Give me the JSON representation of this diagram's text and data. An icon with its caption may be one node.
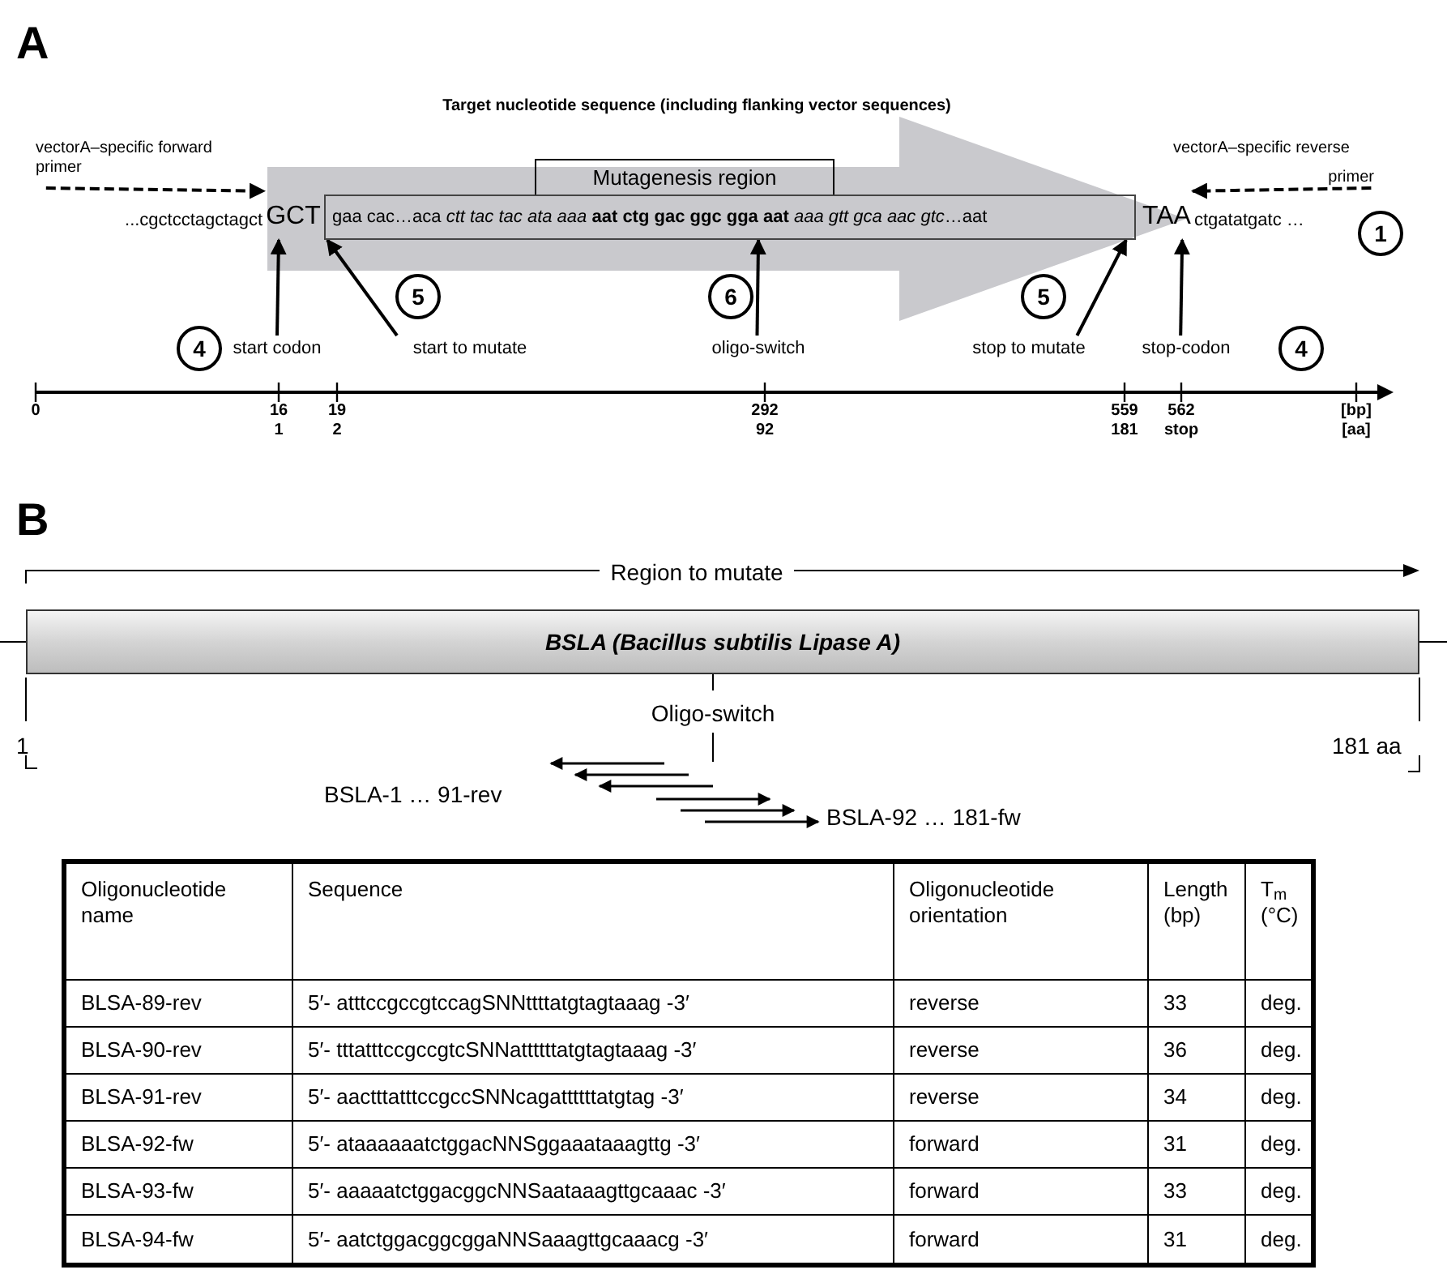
{
  "diagram": {
    "title": "Target nucleotide sequence (including flanking vector sequences)",
    "nodes": [
      {
        "text": [
          "Mutagenesis region"
        ]
      },
      {
        "text": [
          "gaa cac…aca *ctt tac tac ata aaa* **aat ctg gac ggc gga aat** *aaa gtt gca aac gtc*…aat"
        ]
      },
      {
        "text": [
          "GCT"
        ]
      },
      {
        "text": [
          "TAA"
        ]
      },
      {
        "text": [
          "start codon"
        ]
      },
      {
        "text": [
          "start to mutate"
        ]
      },
      {
        "text": [
          "oligo-switch"
        ]
      },
      {
        "text": [
          "stop to mutate"
        ]
      },
      {
        "text": [
          "stop-codon"
        ]
      },
      {
        "text": [
          "1"
        ]
      },
      {
        "text": [
          "4"
        ]
      },
      {
        "text": [
          "5"
        ]
      },
      {
        "text": [
          "6"
        ]
      },
      {
        "text": [
          "5"
        ]
      },
      {
        "text": [
          "4"
        ]
      },
      {
        "text": [
          "BSLA (Bacillus subtilis Lipase A)"
        ]
      },
      {
        "text": [
          "vectorA–specific forward primer"
        ]
      },
      {
        "text": [
          "vectorA–specific reverse",
          "primer"
        ]
      }
    ],
    "edges": [
      {
        "from": 4,
        "to": 2,
        "arrow": "to"
      },
      {
        "from": 5,
        "to": 1,
        "arrow": "to"
      },
      {
        "from": 6,
        "to": 1,
        "arrow": "to"
      },
      {
        "from": 7,
        "to": 1,
        "arrow": "to"
      },
      {
        "from": 8,
        "to": 3,
        "arrow": "to"
      },
      {
        "from": 16,
        "to": 2,
        "arrow": "to",
        "style": "dashed"
      },
      {
        "from": 17,
        "to": 3,
        "arrow": "to",
        "style": "dashed"
      },
      {
        "from": 2,
        "to": 3,
        "arrow": "to",
        "style": "thick",
        "color": "#c9c9cd"
      }
    ],
    "labels": [
      "A",
      "...cgctcctagctagct",
      "ctgatatgatc …",
      "0",
      "16",
      "1",
      "19",
      "2",
      "292",
      "92",
      "559",
      "181",
      "562",
      "stop",
      "[bp]",
      "[aa]",
      "B",
      "Region to mutate",
      "Oligo-switch",
      "1",
      "181 aa",
      "BSLA-1 … 91-rev",
      "BSLA-92 … 181-fw",
      "Oligonucleotide name",
      "Sequence",
      "Oligonucleotide orientation",
      "Length (bp)",
      "T$_{m}$ (°C)",
      "BLSA-89-rev",
      "5′- atttccgccgtccagSNNttttatgtagtaaag -3′",
      "reverse",
      "33",
      "deg.",
      "BLSA-90-rev",
      "5′- tttatttccgccgtcSNNattttttatgtagtaaag -3′",
      "reverse",
      "36",
      "deg.",
      "BLSA-91-rev",
      "5′- aactttatttccgccSNNcagattttttatgtag -3′",
      "reverse",
      "34",
      "deg.",
      "BLSA-92-fw",
      "5′- ataaaaaatctggacNNSggaaataaagttg -3′",
      "forward",
      "31",
      "deg.",
      "BLSA-93-fw",
      "5′- aaaaatctggacggcNNSaataaagttgcaaac -3′",
      "forward",
      "33",
      "deg.",
      "BLSA-94-fw",
      "5′- aatctggacggcggaNNSaaagttgcaaacg -3′",
      "forward",
      "31",
      "deg."
    ]
  }
}
